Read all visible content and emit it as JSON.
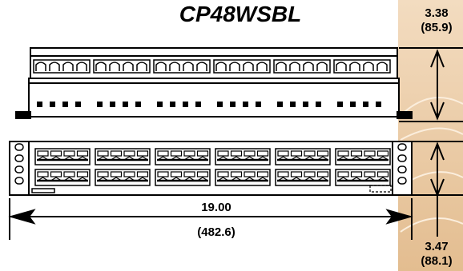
{
  "model": "CP48WSBL",
  "dimensions": {
    "depth_in": "3.38",
    "depth_mm": "(85.9)",
    "width_in": "19.00",
    "width_mm": "(482.6)",
    "height_in": "3.47",
    "height_mm": "(88.1)"
  },
  "colors": {
    "accent_tan": "#e8c9a2",
    "line": "#000000"
  }
}
